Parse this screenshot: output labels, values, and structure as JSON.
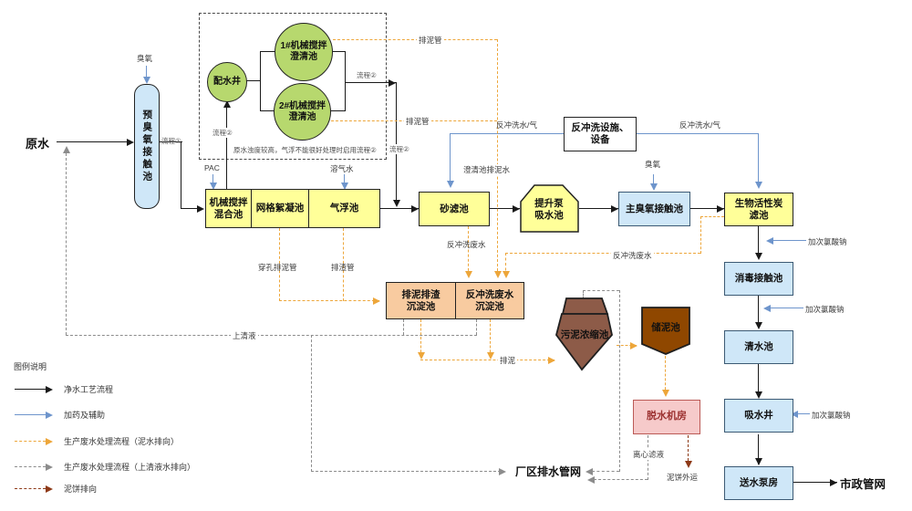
{
  "colors": {
    "flow_black": "#1a1a1a",
    "chemical_blue": "#6e95cc",
    "mudwater_orange": "#EDA63A",
    "supernatant_gray": "#8c8c8c",
    "mudcake_darkred": "#8E3A18",
    "fill_yellow": "#FFFF99",
    "fill_green": "#b7d86e",
    "fill_lightblue": "#cfe7f8",
    "fill_peach": "#F8CBA0",
    "fill_brown_thickener": "#8d5b48",
    "fill_brown_storage": "#8F4700",
    "fill_pink": "#f6caca"
  },
  "nodes": {
    "raw_water": "原水",
    "pre_ozone": "预臭氧接触池",
    "dist_well": "配水井",
    "clarifier1": "1#机械搅拌澄清池",
    "clarifier2": "2#机械搅拌澄清池",
    "mixing": "机械搅拌混合池",
    "flocculation": "网格絮凝池",
    "flotation": "气浮池",
    "sand_filter": "砂滤池",
    "lift_pump": "提升泵吸水池",
    "main_ozone": "主臭氧接触池",
    "bac_filter": "生物活性炭滤池",
    "backwash_facility": "反冲洗设施、设备",
    "sludge_sed_tank": "排泥排渣沉淀池",
    "backwash_sed_tank": "反冲洗废水沉淀池",
    "sludge_thickener": "污泥浓缩池",
    "sludge_storage": "储泥池",
    "dewatering": "脱水机房",
    "disinfection": "消毒接触池",
    "clear_water": "清水池",
    "suction_well": "吸水井",
    "pump_house": "送水泵房",
    "municipal_network": "市政管网",
    "plant_drainage": "厂区排水管网"
  },
  "labels": {
    "ozone": "臭氧",
    "pac": "PAC",
    "dissolved_air_water": "溶气水",
    "flow1": "流程①",
    "flow2": "流程②",
    "note": "原水浊度较高，气浮不能很好处理时启用流程②",
    "mud_pipe": "排泥管",
    "backwash_water_gas": "反冲洗水/气",
    "clarifier_mud_water": "澄清池排泥水",
    "backwash_wastewater": "反冲洗废水",
    "perforated_mud_pipe": "穿孔排泥管",
    "slag_pipe": "排渣管",
    "supernatant": "上清液",
    "mud_discharge": "排泥",
    "naclo": "加次氯酸钠",
    "centrate": "离心滤液",
    "mud_cake_out": "泥饼外运"
  },
  "legend": {
    "title": "图例说明",
    "items": [
      {
        "label": "净水工艺流程",
        "style": "solid",
        "color": "#1a1a1a"
      },
      {
        "label": "加药及辅助",
        "style": "solid",
        "color": "#6e95cc"
      },
      {
        "label": "生产废水处理流程（泥水排向）",
        "style": "dashed",
        "color": "#EDA63A"
      },
      {
        "label": "生产废水处理流程（上清液水排向）",
        "style": "dashed",
        "color": "#8c8c8c"
      },
      {
        "label": "泥饼排向",
        "style": "dashed",
        "color": "#8E3A18"
      }
    ]
  }
}
